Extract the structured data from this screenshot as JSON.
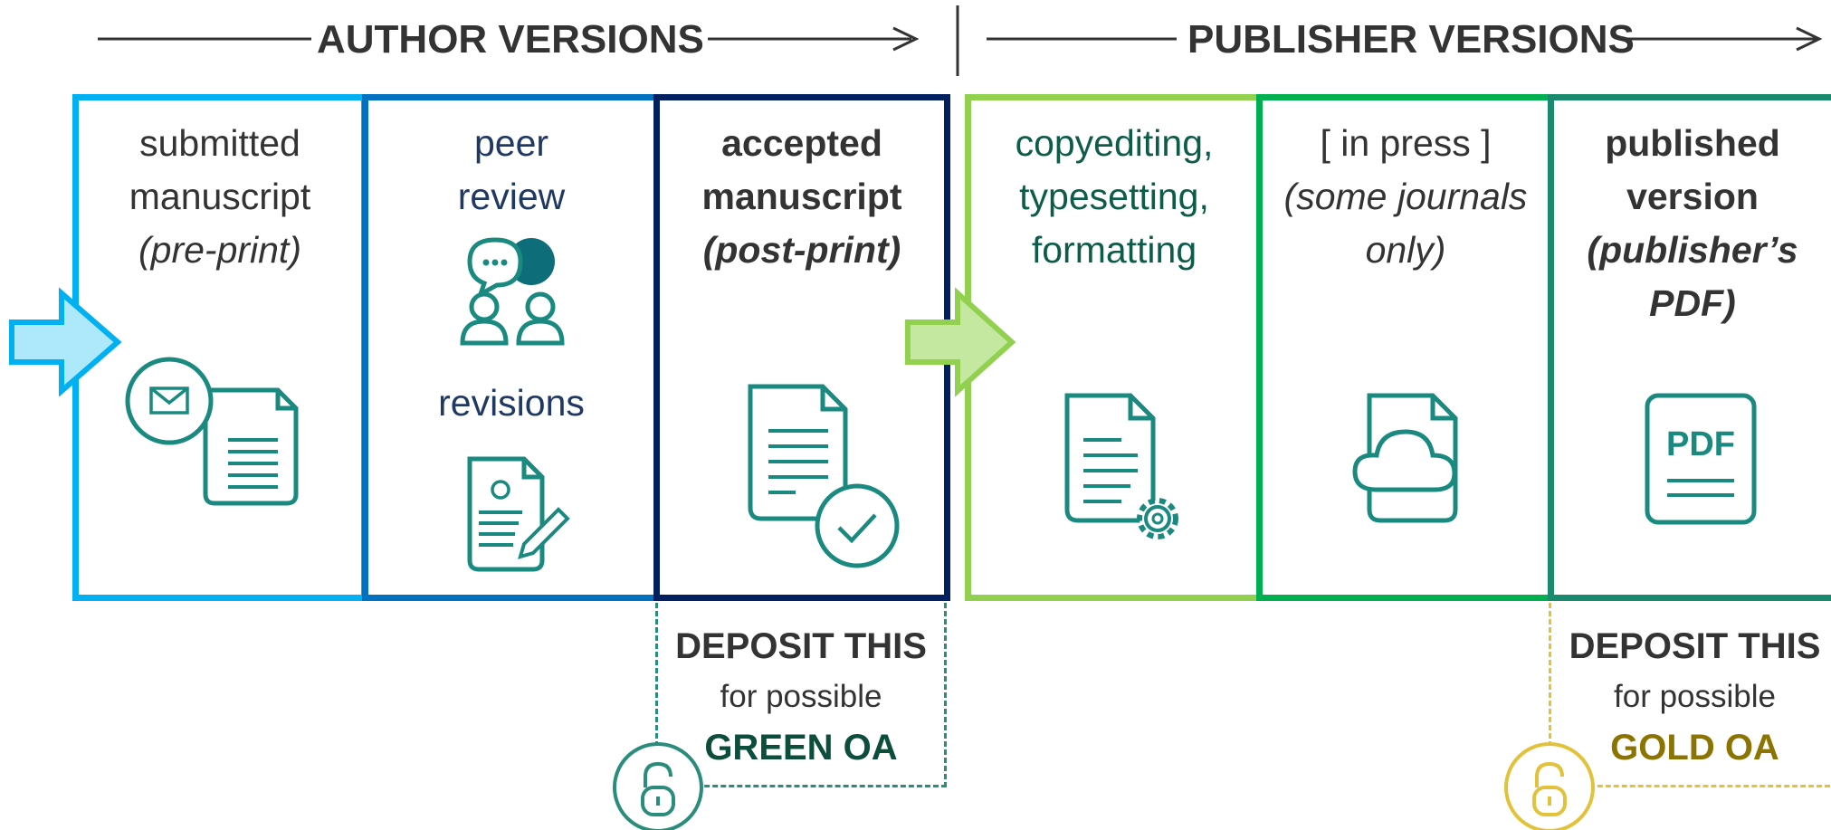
{
  "headers": {
    "author": "AUTHOR VERSIONS",
    "publisher": "PUBLISHER VERSIONS"
  },
  "stages": [
    {
      "lines": [
        "submitted",
        "manuscript",
        "(pre-print)"
      ],
      "icon": "envelope-document-icon",
      "color": "#00b0f0"
    },
    {
      "lines": [
        "peer",
        "review"
      ],
      "sub_label": "revisions",
      "icon": "people-chat-icon",
      "sub_icon": "document-edit-icon",
      "color": "#0070c0"
    },
    {
      "lines": [
        "accepted",
        "manuscript",
        "(post-print)"
      ],
      "icon": "document-check-icon",
      "color": "#002060"
    },
    {
      "lines": [
        "copyediting,",
        "typesetting,",
        "formatting"
      ],
      "icon": "document-gear-icon",
      "color": "#92d050"
    },
    {
      "lines": [
        "[ in press ]",
        "(some journals",
        "only)"
      ],
      "icon": "document-cloud-icon",
      "color": "#00b050"
    },
    {
      "lines": [
        "published",
        "version",
        "(publisher’s",
        "PDF)"
      ],
      "icon": "pdf-document-icon",
      "icon_text": "PDF",
      "color": "#1a8a6e"
    }
  ],
  "deposits": [
    {
      "line1": "DEPOSIT THIS",
      "line2": "for possible",
      "line3": "GREEN OA",
      "accent": "#0d4d3c",
      "border": "#2a8c7a",
      "icon": "open-lock-icon"
    },
    {
      "line1": "DEPOSIT THIS",
      "line2": "for possible",
      "line3": "GOLD OA",
      "accent": "#8c7400",
      "border": "#e2c23a",
      "icon": "open-lock-icon"
    }
  ],
  "colors": {
    "teal_icon": "#1a8a80",
    "navy_text": "#1f3864",
    "green_text": "#0d5c4a",
    "body_text": "#333333"
  }
}
